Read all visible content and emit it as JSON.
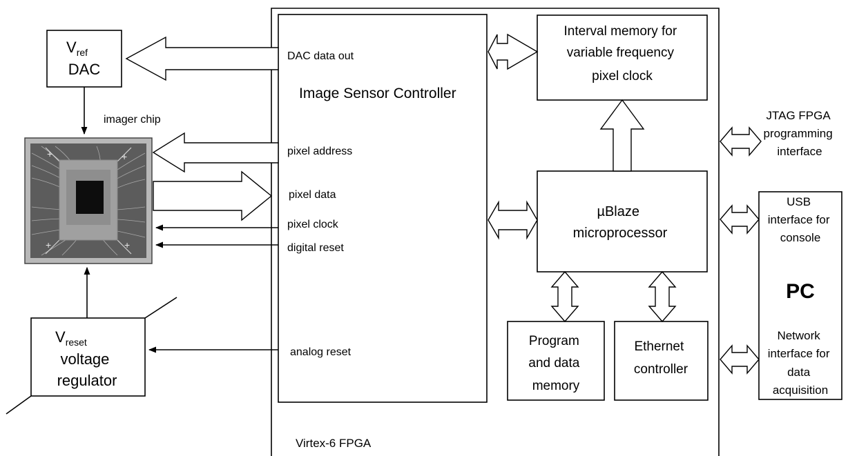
{
  "fpga": {
    "label": "Virtex-6  FPGA"
  },
  "controller": {
    "title": "Image Sensor Controller",
    "signals": {
      "dac_data_out": "DAC data out",
      "pixel_address": "pixel address",
      "pixel_data": "pixel data",
      "pixel_clock": "pixel clock",
      "digital_reset": "digital reset",
      "analog_reset": "analog reset"
    }
  },
  "interval_memory": {
    "lines": [
      "Interval memory for",
      "variable frequency",
      "pixel clock"
    ]
  },
  "microprocessor": {
    "lines": [
      "µBlaze",
      "microprocessor"
    ]
  },
  "program_memory": {
    "lines": [
      "Program",
      "and data",
      "memory"
    ]
  },
  "ethernet": {
    "lines": [
      "Ethernet",
      "controller"
    ]
  },
  "vref_dac": {
    "v": "V",
    "sub": "ref",
    "label": "DAC"
  },
  "imager": {
    "label": "imager chip"
  },
  "vreset": {
    "v": "V",
    "sub": "reset",
    "lines": [
      "voltage",
      "regulator"
    ]
  },
  "jtag": {
    "lines": [
      "JTAG FPGA",
      "programming",
      "interface"
    ]
  },
  "pc": {
    "title": "PC",
    "usb_lines": [
      "USB",
      "interface for",
      "console"
    ],
    "network_lines": [
      "Network",
      "interface for",
      "data",
      "acquisition"
    ]
  }
}
